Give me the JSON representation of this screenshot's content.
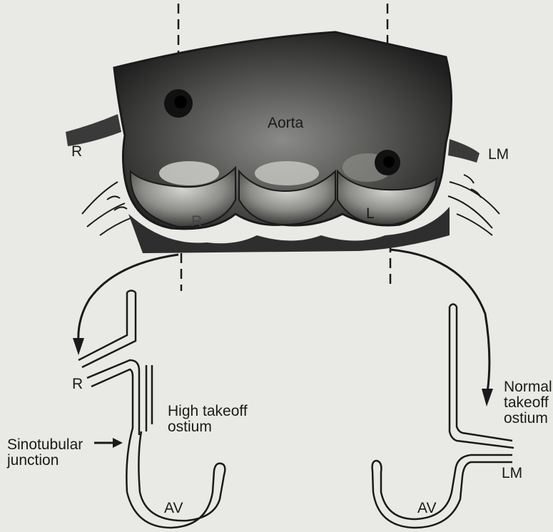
{
  "labels": {
    "aorta": "Aorta",
    "r_top": "R",
    "lm_top": "LM",
    "r_cusp": "R",
    "l_cusp": "L",
    "r_bottom": "R",
    "high_takeoff": "High takeoff\nostium",
    "sinotubular": "Sinotubular\njunction",
    "normal_takeoff": "Normal\ntakeoff\nostium",
    "lm_bottom": "LM",
    "av_left": "AV",
    "av_right": "AV"
  },
  "colors": {
    "background": "#e9e9e6",
    "ink": "#1a1a1a",
    "shadow": "#2e2e2e"
  }
}
